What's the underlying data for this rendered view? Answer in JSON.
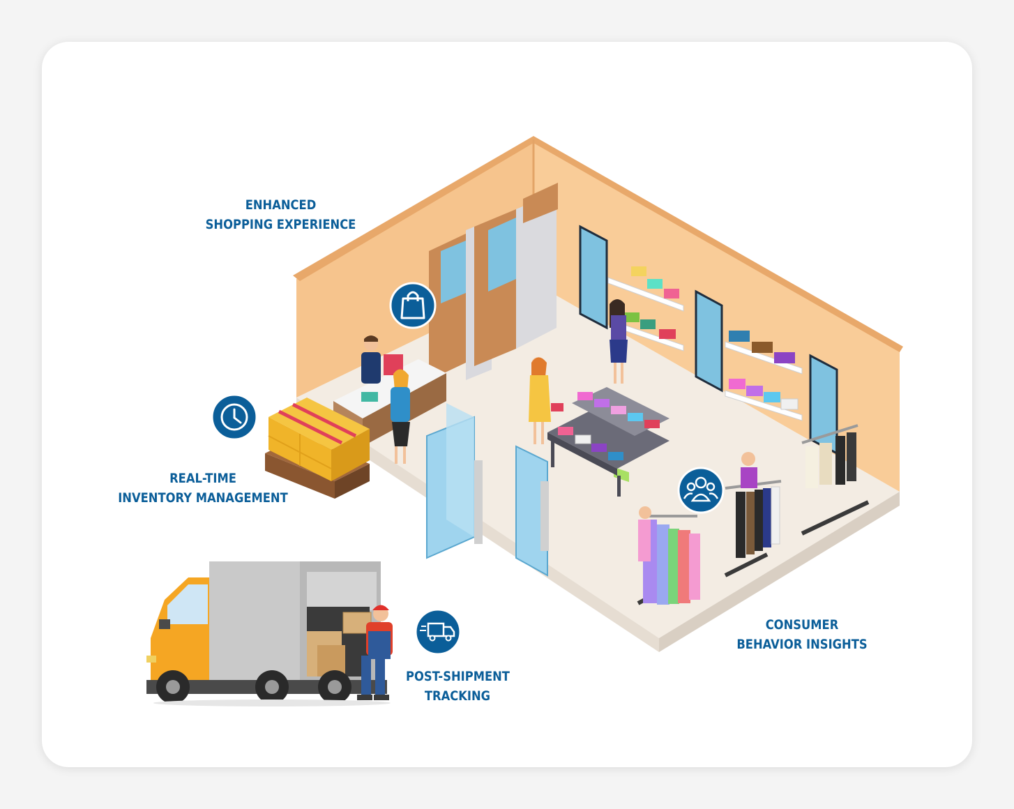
{
  "features": {
    "shopping": {
      "line1": "ENHANCED",
      "line2": "SHOPPING EXPERIENCE",
      "icon": "shopping-bag-icon"
    },
    "inventory": {
      "line1": "REAL-TIME",
      "line2": "INVENTORY MANAGEMENT",
      "icon": "clock-icon"
    },
    "consumer": {
      "line1": "CONSUMER",
      "line2": "BEHAVIOR INSIGHTS",
      "icon": "users-group-icon"
    },
    "shipment": {
      "line1": "POST-SHIPMENT",
      "line2": "TRACKING",
      "icon": "delivery-truck-icon"
    }
  },
  "colors": {
    "accent": "#0b5e99",
    "wall": "#f6c48d",
    "floor": "#f2ebe2",
    "truck_cab": "#f5a623"
  }
}
